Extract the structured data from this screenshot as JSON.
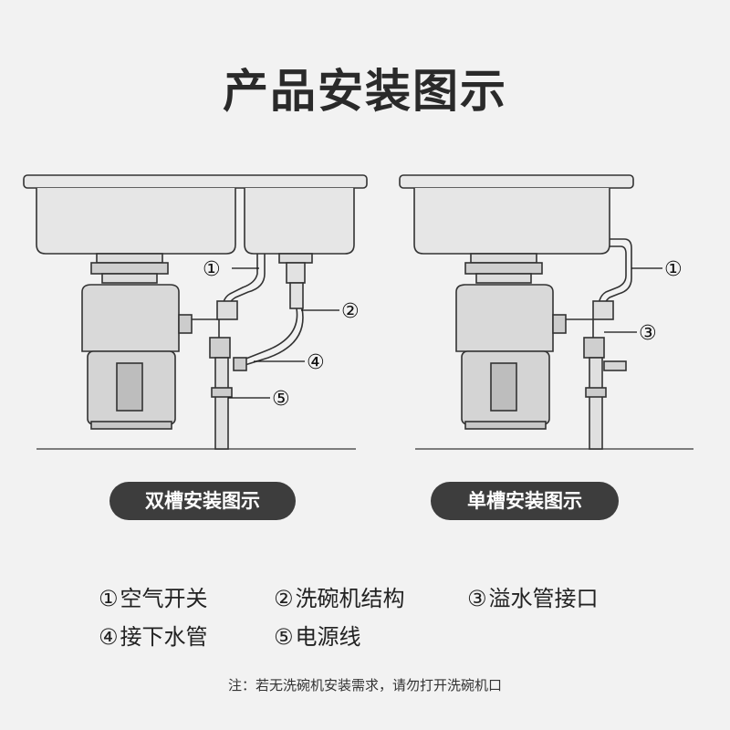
{
  "title": "产品安装图示",
  "callouts": {
    "double": [
      "①",
      "②",
      "④",
      "⑤"
    ],
    "single": [
      "①",
      "③"
    ]
  },
  "pills": {
    "double": "双槽安装图示",
    "single": "单槽安装图示"
  },
  "legend": [
    {
      "num": "①",
      "text": "空气开关"
    },
    {
      "num": "②",
      "text": "洗碗机结构"
    },
    {
      "num": "③",
      "text": "溢水管接口"
    },
    {
      "num": "④",
      "text": "接下水管"
    },
    {
      "num": "⑤",
      "text": "电源线"
    }
  ],
  "note": "注：若无洗碗机安装需求，请勿打开洗碗机口"
}
